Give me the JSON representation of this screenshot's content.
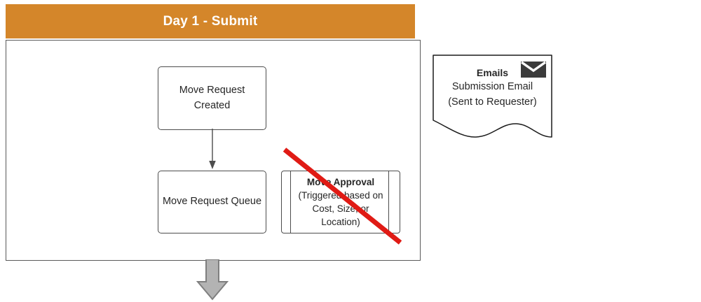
{
  "diagram": {
    "phase": {
      "title": "Day 1 - Submit",
      "header_color": "#d4862a",
      "header_text_color": "#ffffff",
      "border_color": "#595959"
    },
    "nodes": [
      {
        "id": "move-request-created",
        "type": "process",
        "label": "Move Request\nCreated",
        "line1": "Move Request",
        "line2": "Created"
      },
      {
        "id": "move-request-queue",
        "type": "process",
        "label": "Move Request Queue"
      },
      {
        "id": "move-approval",
        "type": "predefined-process",
        "title": "Move Approval",
        "line1": "(Triggered based on",
        "line2": "Cost, Size, or",
        "line3": "Location)",
        "struck_out": true,
        "strike_color": "#e01b15"
      }
    ],
    "connectors": [
      {
        "id": "created-to-queue",
        "from": "move-request-created",
        "to": "move-request-queue",
        "style": "arrow-down",
        "color": "#4d4d4d"
      },
      {
        "id": "phase-exit-arrow",
        "style": "block-arrow-down",
        "fill": "#b3b3b3",
        "stroke": "#7f7f7f"
      }
    ],
    "document": {
      "id": "emails-document",
      "shape": "document-wavy-bottom",
      "title": "Emails",
      "line1": "Submission Email",
      "line2": "(Sent to Requester)",
      "icon": "envelope-icon",
      "icon_color": "#3b3b3b"
    }
  }
}
